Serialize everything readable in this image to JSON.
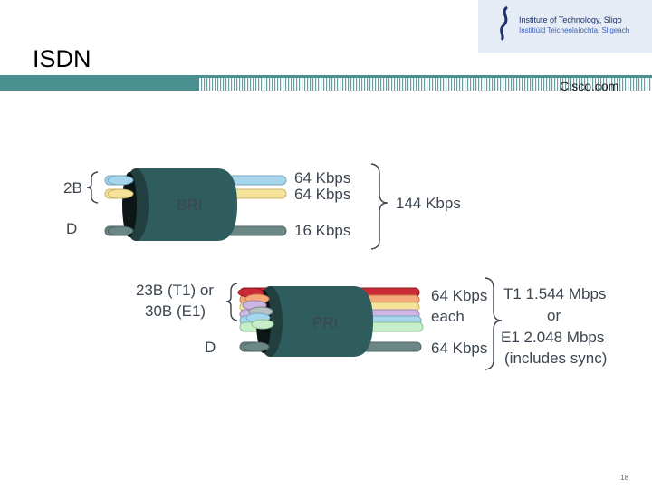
{
  "header": {
    "title": "ISDN",
    "institute_line1": "Institute of Technology, Sligo",
    "institute_line2": "Institiúid Teicneolaíochta, Sligeach",
    "cisco": "Cisco.com",
    "logo_icon": "itsligo-logo-icon"
  },
  "bri": {
    "cable_label": "BRI",
    "group_2b": "2B",
    "group_d": "D",
    "rates": [
      "64 Kbps",
      "64 Kbps",
      "16 Kbps"
    ],
    "total": "144 Kbps"
  },
  "pri": {
    "cable_label": "PRI",
    "group_line1": "23B (T1) or",
    "group_line2": "30B (E1)",
    "group_d": "D",
    "rate_b_line1": "64 Kbps",
    "rate_b_line2": "each",
    "rate_d": "64 Kbps",
    "total_line1": "T1 1.544 Mbps",
    "total_line2": "or",
    "total_line3": "E1 2.048 Mbps",
    "total_line4": "(includes sync)"
  },
  "colors": {
    "cable": "#2f5c5c",
    "title_bar": "#4b9090",
    "wire_blue": "#a6d5ee",
    "wire_yellow": "#f6e39a",
    "wire_d": "#6c8585",
    "wire_red": "#cc2a36",
    "wire_orange": "#f5a97a",
    "wire_purple": "#cdb6e2",
    "wire_green": "#c6efc9"
  },
  "footer": {
    "page_number": "18"
  }
}
